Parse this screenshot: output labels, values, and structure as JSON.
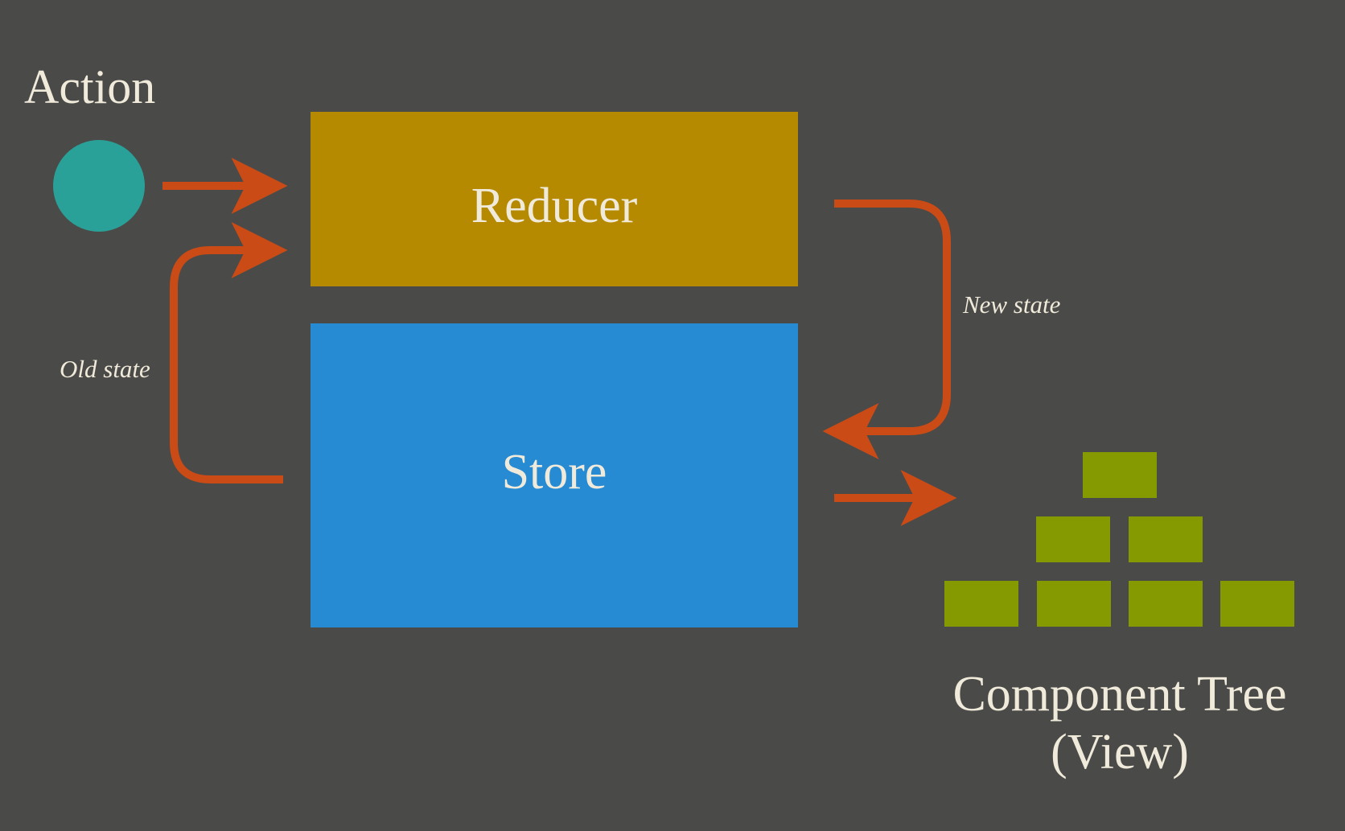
{
  "diagram": {
    "title": "Redux data flow",
    "colors": {
      "background": "#4a4a48",
      "action": "#2aa198",
      "reducer": "#b58900",
      "store": "#268bd2",
      "component": "#859900",
      "arrow": "#cb4b16",
      "text": "#f0eadb"
    },
    "action": {
      "label": "Action"
    },
    "reducer": {
      "label": "Reducer"
    },
    "store": {
      "label": "Store"
    },
    "old_state": {
      "label": "Old state"
    },
    "new_state": {
      "label": "New state"
    },
    "view": {
      "label_line1": "Component Tree",
      "label_line2": "(View)"
    },
    "tree": {
      "rows": [
        1,
        2,
        4
      ]
    },
    "edges": [
      {
        "from": "Action",
        "to": "Reducer",
        "label": ""
      },
      {
        "from": "Store",
        "to": "Reducer",
        "label": "Old state"
      },
      {
        "from": "Reducer",
        "to": "Store",
        "label": "New state"
      },
      {
        "from": "Store",
        "to": "Component Tree",
        "label": ""
      }
    ]
  }
}
